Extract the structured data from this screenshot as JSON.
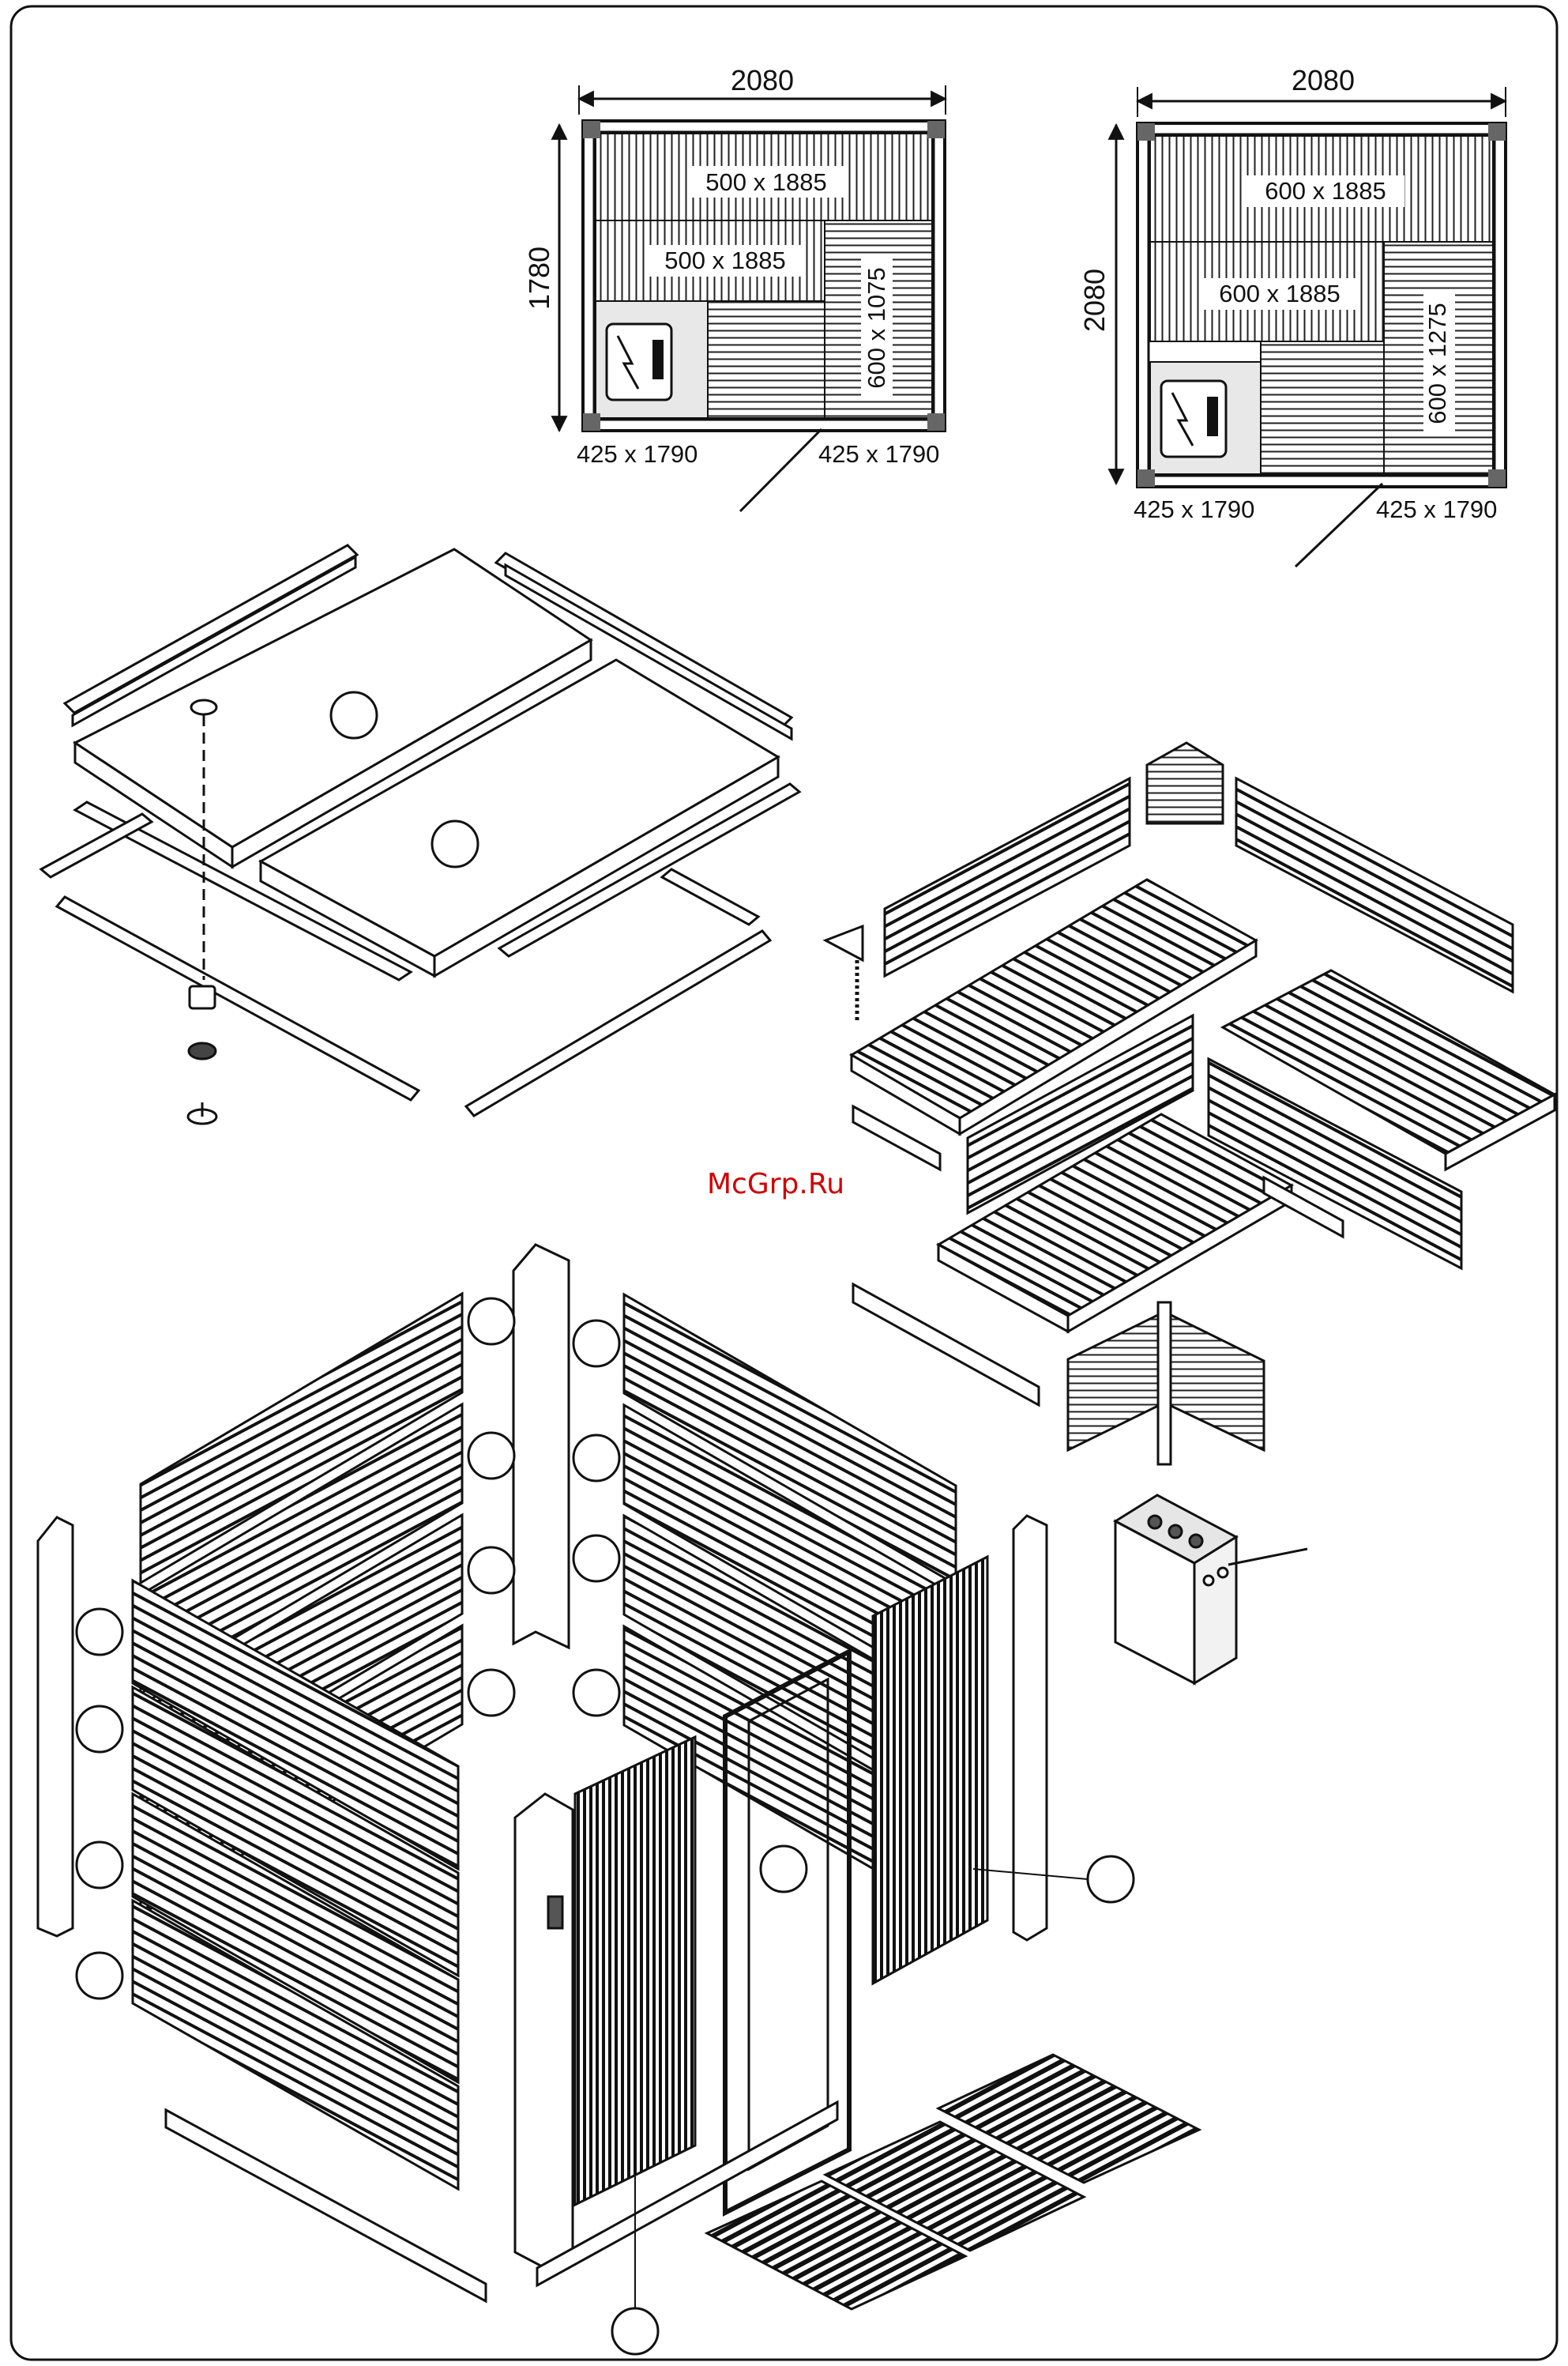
{
  "plan_small": {
    "width_label": "2080",
    "depth_label": "1780",
    "bench_top": "500 x 1885",
    "bench_mid": "500 x 1885",
    "bench_side": "600 x 1075",
    "floor_left": "425 x 1790",
    "floor_right": "425 x 1790"
  },
  "plan_large": {
    "width_label": "2080",
    "depth_label": "2080",
    "bench_top": "600 x 1885",
    "bench_mid": "600 x 1885",
    "bench_side": "600 x 1275",
    "floor_left": "425 x 1790",
    "floor_right": "425 x 1790"
  },
  "watermark": "McGrp.Ru",
  "colors": {
    "line": "#111111",
    "fill": "#ffffff",
    "shade": "#d8d8d8",
    "watermark": "#d10000"
  }
}
